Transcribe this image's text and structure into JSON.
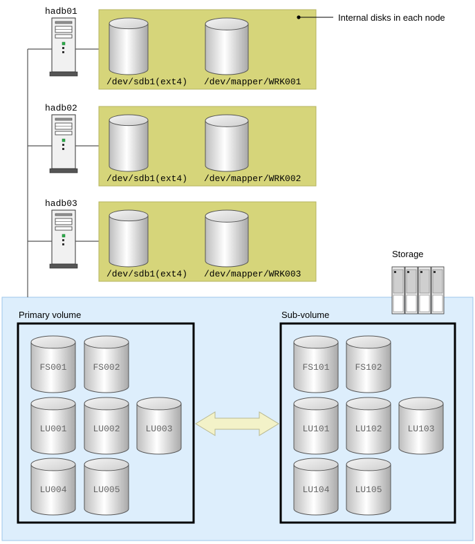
{
  "nodes": [
    {
      "name": "hadb01",
      "disk1": "/dev/sdb1(ext4)",
      "disk2": "/dev/mapper/WRK001"
    },
    {
      "name": "hadb02",
      "disk1": "/dev/sdb1(ext4)",
      "disk2": "/dev/mapper/WRK002"
    },
    {
      "name": "hadb03",
      "disk1": "/dev/sdb1(ext4)",
      "disk2": "/dev/mapper/WRK003"
    }
  ],
  "callout_label": "Internal disks in each node",
  "storage_label": "Storage",
  "primary": {
    "title": "Primary volume",
    "rows": [
      [
        "FS001",
        "FS002"
      ],
      [
        "LU001",
        "LU002",
        "LU003"
      ],
      [
        "LU004",
        "LU005"
      ]
    ]
  },
  "sub": {
    "title": "Sub-volume",
    "rows": [
      [
        "FS101",
        "FS102"
      ],
      [
        "LU101",
        "LU102",
        "LU103"
      ],
      [
        "LU104",
        "LU105"
      ]
    ]
  },
  "colors": {
    "node_panel": "#d6d57a",
    "storage_panel": "#ddeefc",
    "arrow": "#f3f2c8"
  }
}
